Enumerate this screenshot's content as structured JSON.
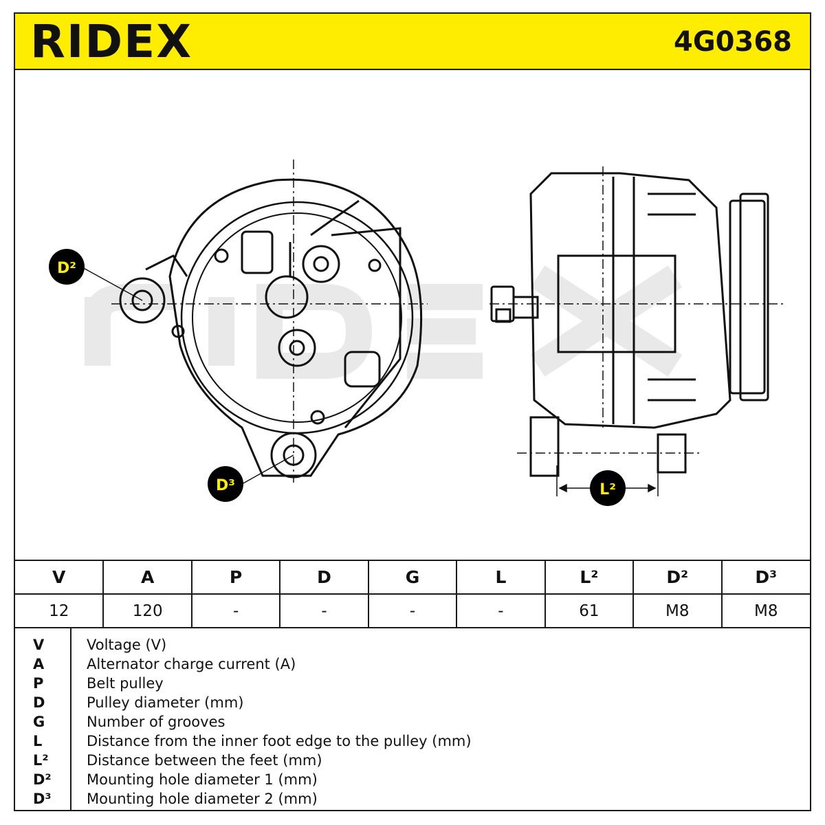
{
  "header": {
    "brand": "RIDEX",
    "part_number": "4G0368"
  },
  "drawing": {
    "callouts": {
      "d2": "D²",
      "d3": "D³",
      "l2": "L²"
    },
    "colors": {
      "callout_fill": "#000000",
      "callout_text": "#ffed00",
      "watermark": "#e9e9e9"
    }
  },
  "spec_table": {
    "headers": [
      "V",
      "A",
      "P",
      "D",
      "G",
      "L",
      "L²",
      "D²",
      "D³"
    ],
    "values": [
      "12",
      "120",
      "-",
      "-",
      "-",
      "-",
      "61",
      "M8",
      "M8"
    ]
  },
  "legend": [
    {
      "symbol": "V",
      "text": "Voltage (V)"
    },
    {
      "symbol": "A",
      "text": "Alternator charge current (A)"
    },
    {
      "symbol": "P",
      "text": "Belt pulley"
    },
    {
      "symbol": "D",
      "text": "Pulley diameter (mm)"
    },
    {
      "symbol": "G",
      "text": "Number of grooves"
    },
    {
      "symbol": "L",
      "text": "Distance from the inner foot edge to the pulley (mm)"
    },
    {
      "symbol": "L²",
      "text": "Distance between the feet (mm)"
    },
    {
      "symbol": "D²",
      "text": "Mounting hole diameter 1 (mm)"
    },
    {
      "symbol": "D³",
      "text": "Mounting hole diameter 2 (mm)"
    }
  ]
}
